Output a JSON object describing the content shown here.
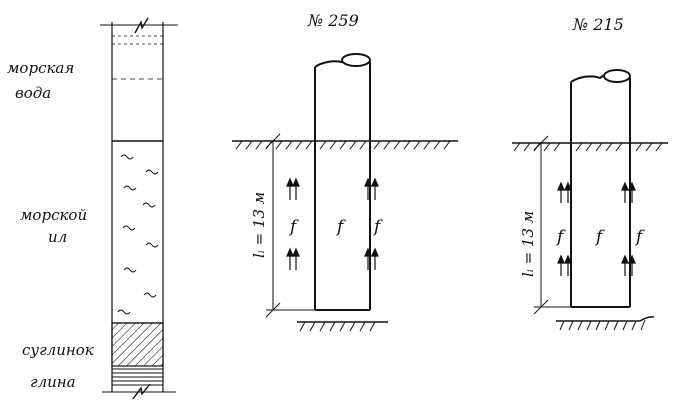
{
  "soil_column": {
    "layers": [
      {
        "name": "seawater",
        "label": [
          "морская",
          "вода"
        ]
      },
      {
        "name": "marine-silt",
        "label": [
          "морской",
          "ил"
        ]
      },
      {
        "name": "loam",
        "label": [
          "суглинок"
        ]
      },
      {
        "name": "clay",
        "label": [
          "глина"
        ]
      }
    ]
  },
  "piles": [
    {
      "title": "№ 259",
      "length_label": "lᵢ = 13 м",
      "friction_symbol": "f"
    },
    {
      "title": "№ 215",
      "length_label": "lᵢ = 13 м",
      "friction_symbol": "f"
    }
  ],
  "colors": {
    "line": "#111111",
    "background": "#ffffff"
  }
}
